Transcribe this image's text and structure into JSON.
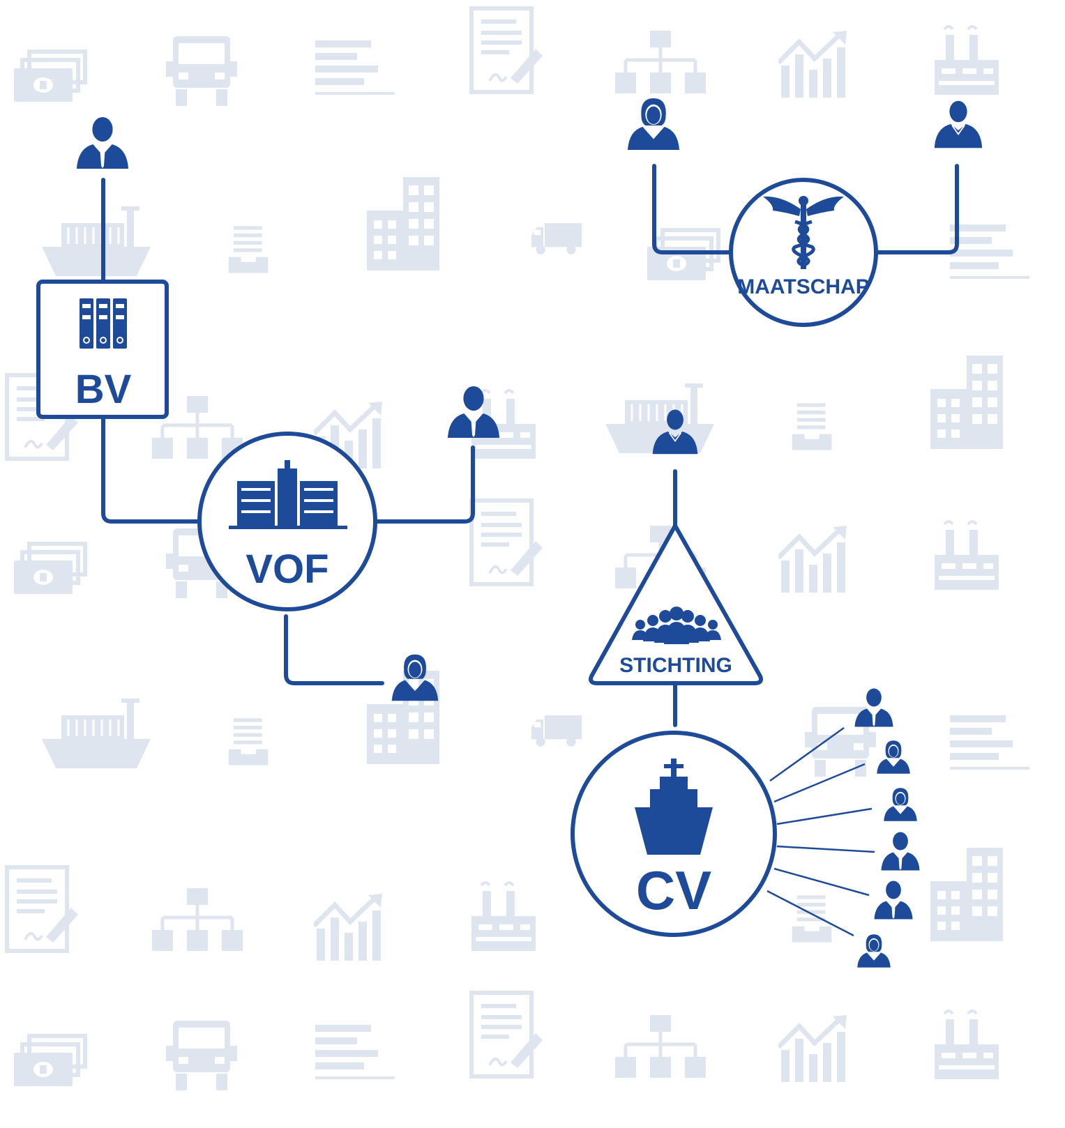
{
  "colors": {
    "primary": "#1e4a9a",
    "background_icons": "#dfe5ef",
    "background": "#ffffff"
  },
  "entities": {
    "bv": {
      "label": "BV",
      "icon": "binders-icon"
    },
    "vof": {
      "label": "VOF",
      "icon": "building-icon"
    },
    "maatschap": {
      "label": "MAATSCHAP",
      "icon": "caduceus-icon"
    },
    "stichting": {
      "label": "STICHTING",
      "icon": "group-icon"
    },
    "cv": {
      "label": "CV",
      "icon": "ship-icon"
    }
  }
}
